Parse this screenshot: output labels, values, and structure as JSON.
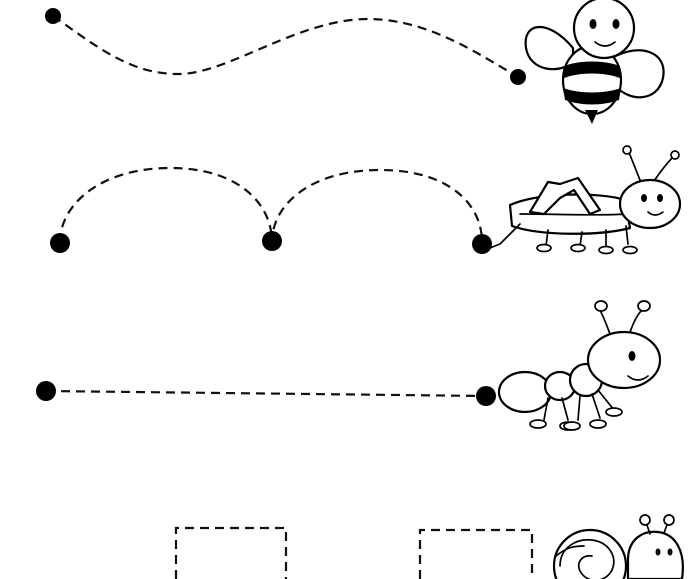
{
  "worksheet": {
    "rows": [
      {
        "animal": "bee",
        "path_shape": "wave",
        "icon": "bee-icon"
      },
      {
        "animal": "grasshopper",
        "path_shape": "arches",
        "icon": "grasshopper-icon"
      },
      {
        "animal": "ant",
        "path_shape": "straight-line",
        "icon": "ant-icon"
      },
      {
        "animal": "snail",
        "path_shape": "square-wave",
        "icon": "snail-icon"
      }
    ],
    "colors": {
      "background": "#ffffff",
      "ink": "#000000"
    }
  }
}
